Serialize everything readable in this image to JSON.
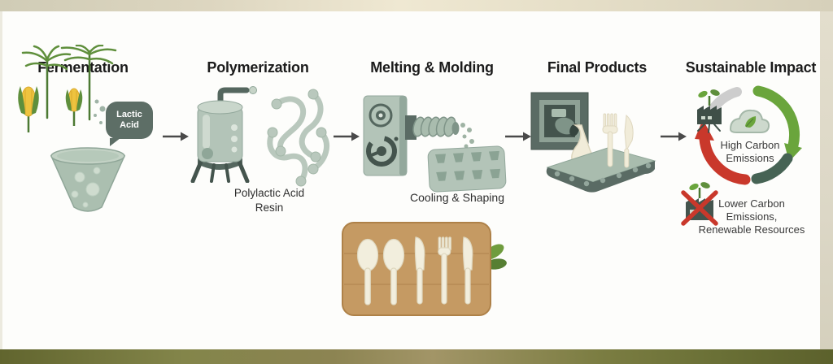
{
  "steps": [
    {
      "title": "Fermentation",
      "bubble_label": "Lactic\nAcid"
    },
    {
      "title": "Polymerization",
      "caption": "Polylactic Acid\nResin"
    },
    {
      "title": "Melting & Molding",
      "caption": "Cooling & Shaping"
    },
    {
      "title": "Final Products"
    },
    {
      "title": "Sustainable Impact",
      "cycle_center_label": "High Carbon\nEmissions",
      "crossed_label": "Lower Carbon\nEmissions,\nRenewable Resources"
    }
  ],
  "colors": {
    "sage": "#b3c4b8",
    "sage_dark": "#8fa698",
    "slate": "#55675f",
    "cream": "#f1ecd9",
    "wood": "#c59a63",
    "corn_yellow": "#eec33f",
    "leaf_green": "#6f9c3e",
    "cycle_green": "#6aa53c",
    "cycle_dark_green": "#466354",
    "cycle_red": "#c9382b",
    "cycle_gray": "#cdcdcd",
    "bubble_bg": "#5d6e66",
    "arrow_gray": "#4a4a4a"
  }
}
